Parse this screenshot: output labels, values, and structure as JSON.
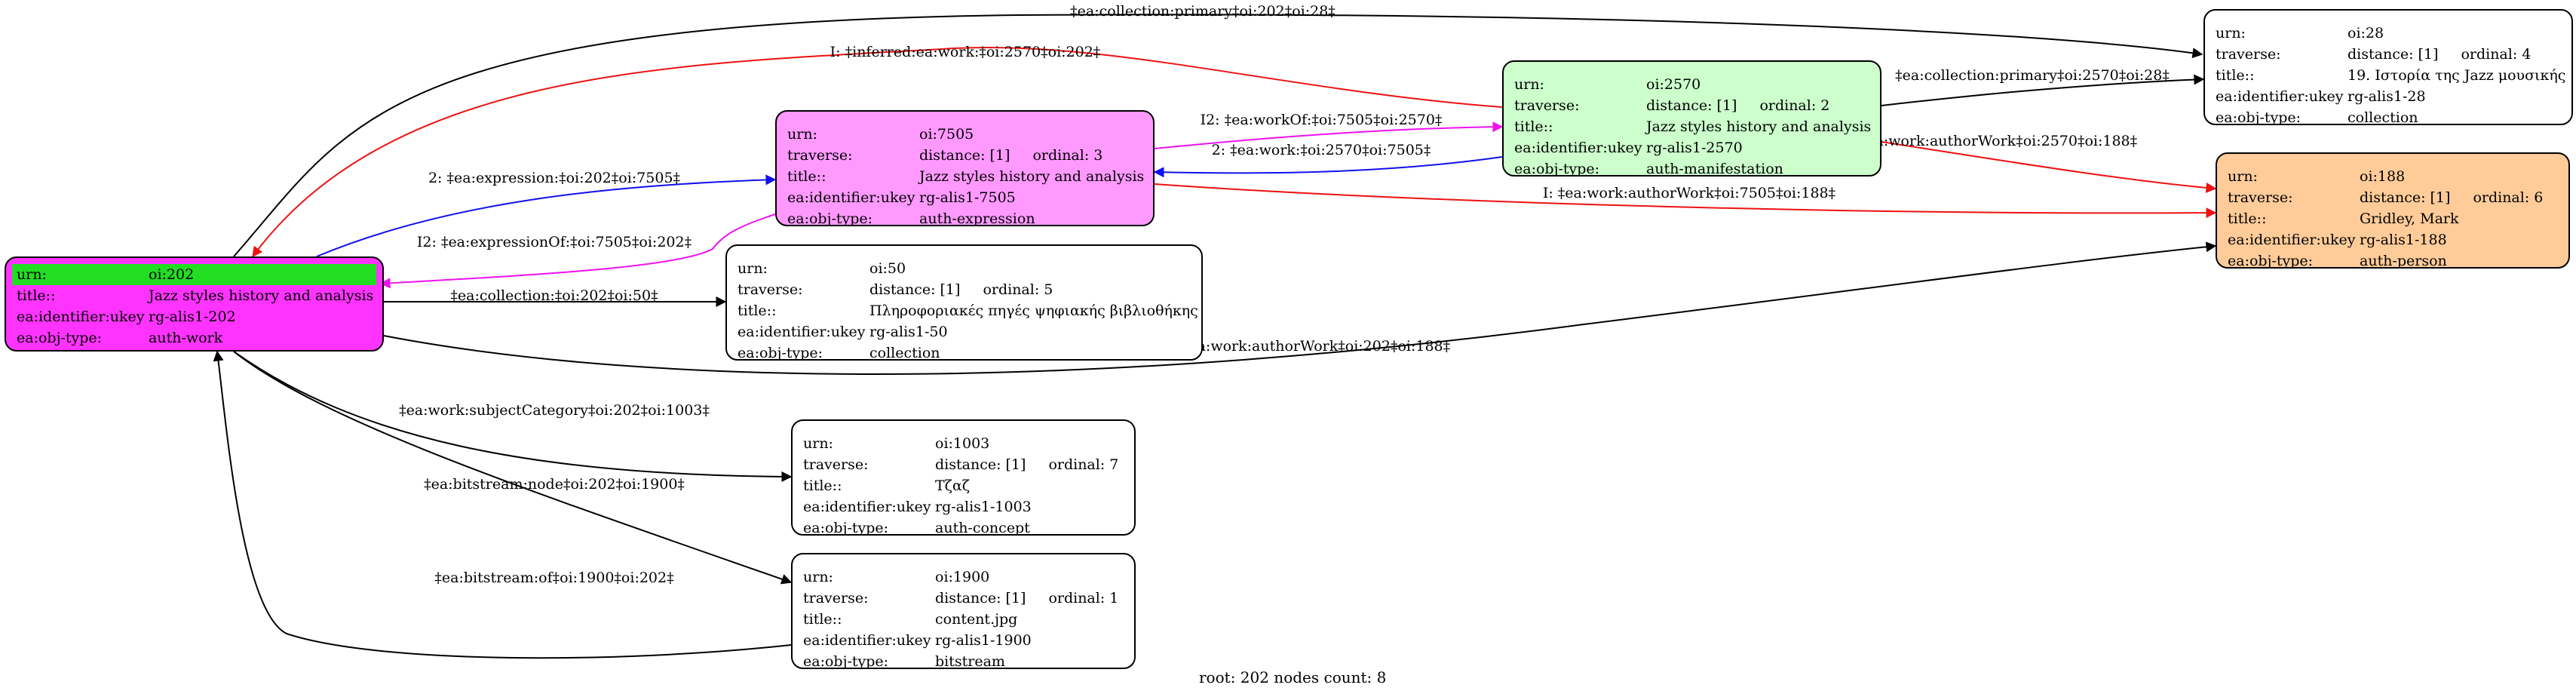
{
  "colors": {
    "edge_black": "#000000",
    "edge_red": "#ee1111",
    "edge_blue": "#1111ee",
    "edge_magenta": "#ee11ee"
  },
  "nodes": [
    {
      "id": "n202",
      "color": "#ff33ff",
      "rows": [
        {
          "k": "urn:",
          "v": "oi:202"
        },
        {
          "k": "title::",
          "v": "Jazz styles history and analysis"
        },
        {
          "k": "ea:identifier:ukey",
          "v": "rg-alis1-202"
        },
        {
          "k": "ea:obj-type:",
          "v": "auth-work"
        }
      ]
    },
    {
      "id": "n7505",
      "color": "#ff99ff",
      "rows": [
        {
          "k": "urn:",
          "v": "oi:7505"
        },
        {
          "k": "traverse:",
          "v": "distance: [1]",
          "v2": "ordinal: 3"
        },
        {
          "k": "title::",
          "v": "Jazz styles history and analysis"
        },
        {
          "k": "ea:identifier:ukey",
          "v": "rg-alis1-7505"
        },
        {
          "k": "ea:obj-type:",
          "v": "auth-expression"
        }
      ]
    },
    {
      "id": "n2570",
      "color": "#ccffcc",
      "rows": [
        {
          "k": "urn:",
          "v": "oi:2570"
        },
        {
          "k": "traverse:",
          "v": "distance: [1]",
          "v2": "ordinal: 2"
        },
        {
          "k": "title::",
          "v": "Jazz styles history and analysis"
        },
        {
          "k": "ea:identifier:ukey",
          "v": "rg-alis1-2570"
        },
        {
          "k": "ea:obj-type:",
          "v": "auth-manifestation"
        }
      ]
    },
    {
      "id": "n28",
      "color": "#ffffff",
      "rows": [
        {
          "k": "urn:",
          "v": "oi:28"
        },
        {
          "k": "traverse:",
          "v": "distance: [1]",
          "v2": "ordinal: 4"
        },
        {
          "k": "title::",
          "v": "19. Ιστορία της Jazz μουσικής"
        },
        {
          "k": "ea:identifier:ukey",
          "v": "rg-alis1-28"
        },
        {
          "k": "ea:obj-type:",
          "v": "collection"
        }
      ]
    },
    {
      "id": "n188",
      "color": "#ffcc99",
      "rows": [
        {
          "k": "urn:",
          "v": "oi:188"
        },
        {
          "k": "traverse:",
          "v": "distance: [1]",
          "v2": "ordinal: 6"
        },
        {
          "k": "title::",
          "v": "Gridley, Mark"
        },
        {
          "k": "ea:identifier:ukey",
          "v": "rg-alis1-188"
        },
        {
          "k": "ea:obj-type:",
          "v": "auth-person"
        }
      ]
    },
    {
      "id": "n50",
      "color": "#ffffff",
      "rows": [
        {
          "k": "urn:",
          "v": "oi:50"
        },
        {
          "k": "traverse:",
          "v": "distance: [1]",
          "v2": "ordinal: 5"
        },
        {
          "k": "title::",
          "v": "Πληροφοριακές πηγές ψηφιακής βιβλιοθήκης"
        },
        {
          "k": "ea:identifier:ukey",
          "v": "rg-alis1-50"
        },
        {
          "k": "ea:obj-type:",
          "v": "collection"
        }
      ]
    },
    {
      "id": "n1003",
      "color": "#ffffff",
      "rows": [
        {
          "k": "urn:",
          "v": "oi:1003"
        },
        {
          "k": "traverse:",
          "v": "distance: [1]",
          "v2": "ordinal: 7"
        },
        {
          "k": "title::",
          "v": "Τζαζ"
        },
        {
          "k": "ea:identifier:ukey",
          "v": "rg-alis1-1003"
        },
        {
          "k": "ea:obj-type:",
          "v": "auth-concept"
        }
      ]
    },
    {
      "id": "n1900",
      "color": "#ffffff",
      "rows": [
        {
          "k": "urn:",
          "v": "oi:1900"
        },
        {
          "k": "traverse:",
          "v": "distance: [1]",
          "v2": "ordinal: 1"
        },
        {
          "k": "title::",
          "v": "content.jpg"
        },
        {
          "k": "ea:identifier:ukey",
          "v": "rg-alis1-1900"
        },
        {
          "k": "ea:obj-type:",
          "v": "bitstream"
        }
      ]
    }
  ],
  "edges": [
    {
      "id": "e1",
      "label": "‡ea:collection:primary‡oi:202‡oi:28‡",
      "color": "#000000"
    },
    {
      "id": "e2",
      "label": "I: ‡inferred:ea:work:‡oi:2570‡oi:202‡",
      "color": "#ee1111"
    },
    {
      "id": "e3",
      "label": "2: ‡ea:expression:‡oi:202‡oi:7505‡",
      "color": "#1111ee"
    },
    {
      "id": "e4",
      "label": "I2: ‡ea:expressionOf:‡oi:7505‡oi:202‡",
      "color": "#ee11ee"
    },
    {
      "id": "e5",
      "label": "‡ea:collection:‡oi:202‡oi:50‡",
      "color": "#000000"
    },
    {
      "id": "e6",
      "label": "‡ea:work:authorWork‡oi:202‡oi:188‡",
      "color": "#000000"
    },
    {
      "id": "e7",
      "label": "‡ea:work:subjectCategory‡oi:202‡oi:1003‡",
      "color": "#000000"
    },
    {
      "id": "e8",
      "label": "‡ea:bitstream:node‡oi:202‡oi:1900‡",
      "color": "#000000"
    },
    {
      "id": "e9",
      "label": "‡ea:bitstream:of‡oi:1900‡oi:202‡",
      "color": "#000000"
    },
    {
      "id": "e10",
      "label": "I2: ‡ea:workOf:‡oi:7505‡oi:2570‡",
      "color": "#ee11ee"
    },
    {
      "id": "e11",
      "label": "2: ‡ea:work:‡oi:2570‡oi:7505‡",
      "color": "#1111ee"
    },
    {
      "id": "e12",
      "label": "I: ‡ea:work:authorWork‡oi:7505‡oi:188‡",
      "color": "#ee1111"
    },
    {
      "id": "e13",
      "label": "‡ea:collection:primary‡oi:2570‡oi:28‡",
      "color": "#000000"
    },
    {
      "id": "e14",
      "label": "I: ‡ea:work:authorWork‡oi:2570‡oi:188‡",
      "color": "#ee1111"
    }
  ],
  "footer": "root: 202 nodes count: 8"
}
